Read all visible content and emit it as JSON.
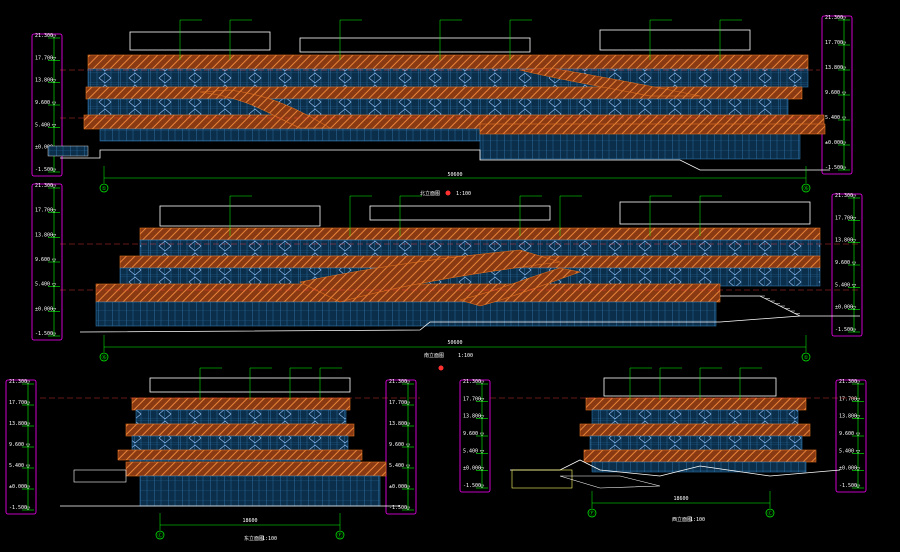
{
  "drawing": {
    "background": "#000000",
    "colors": {
      "facade_hatch": "#d86a2a",
      "slab_orange": "#e07020",
      "glazing": "#1a5a8a",
      "grid_line": "#00ff00",
      "frame_magenta": "#ff00ff",
      "dim_text": "#ffffff",
      "axis_red": "#ff3030",
      "parapet": "#ffffff"
    },
    "sheets": [
      {
        "id": "north-elevation",
        "axis_start": "①",
        "axis_end": "⑯",
        "title_mark": "北立面图",
        "scale": "1:100",
        "overall_dim": "50600",
        "levels": [
          "21.300",
          "17.700",
          "13.800",
          "9.600",
          "5.400",
          "±0.000",
          "-1.500"
        ]
      },
      {
        "id": "south-elevation",
        "axis_start": "⑯",
        "axis_end": "①",
        "title_mark": "南立面图",
        "scale": "1:100",
        "overall_dim": "50600",
        "levels": [
          "21.300",
          "17.700",
          "13.800",
          "9.600",
          "5.400",
          "±0.000",
          "-1.500"
        ]
      },
      {
        "id": "east-elevation",
        "axis_start": "Ⓒ",
        "axis_end": "Ⓕ",
        "title_mark": "东立面图",
        "scale": "1:100",
        "overall_dim": "18600",
        "levels": [
          "21.300",
          "17.700",
          "13.800",
          "9.600",
          "5.400",
          "±0.000",
          "-1.500"
        ]
      },
      {
        "id": "west-elevation",
        "axis_start": "Ⓕ",
        "axis_end": "Ⓒ",
        "title_mark": "西立面图",
        "scale": "1:100",
        "overall_dim": "18600",
        "levels": [
          "21.300",
          "17.700",
          "13.800",
          "9.600",
          "5.400",
          "±0.000",
          "-1.500"
        ]
      }
    ]
  }
}
